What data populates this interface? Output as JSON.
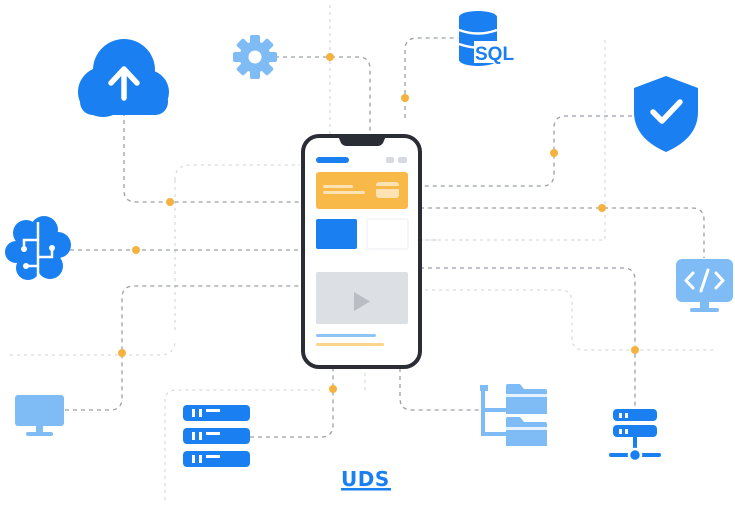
{
  "title": "",
  "colors": {
    "primary_blue": "#1a7ff0",
    "light_blue": "#7fbcf5",
    "phone_frame": "#2b2d35",
    "card_orange": "#f9b949",
    "connector_dot": "#f6b23e",
    "dashed_line": "#9aa0a6",
    "faint_line": "#d6dadf"
  },
  "nodes": [
    {
      "id": "cloud-upload",
      "icon": "cloud-upload-icon"
    },
    {
      "id": "settings",
      "icon": "gear-icon"
    },
    {
      "id": "sql-database",
      "icon": "database-icon",
      "label": "SQL"
    },
    {
      "id": "security",
      "icon": "shield-check-icon"
    },
    {
      "id": "ai-brain",
      "icon": "brain-circuit-icon"
    },
    {
      "id": "code-monitor",
      "icon": "code-monitor-icon"
    },
    {
      "id": "desktop",
      "icon": "desktop-monitor-icon"
    },
    {
      "id": "servers",
      "icon": "server-rack-icon"
    },
    {
      "id": "file-tree",
      "icon": "folder-tree-icon"
    },
    {
      "id": "network",
      "icon": "network-server-icon"
    }
  ],
  "center": {
    "id": "smartphone",
    "icon": "smartphone-icon",
    "content": [
      "header-bar",
      "payment-card",
      "two-tiles",
      "video-player",
      "text-lines"
    ]
  },
  "logo": {
    "text": "UDS"
  }
}
